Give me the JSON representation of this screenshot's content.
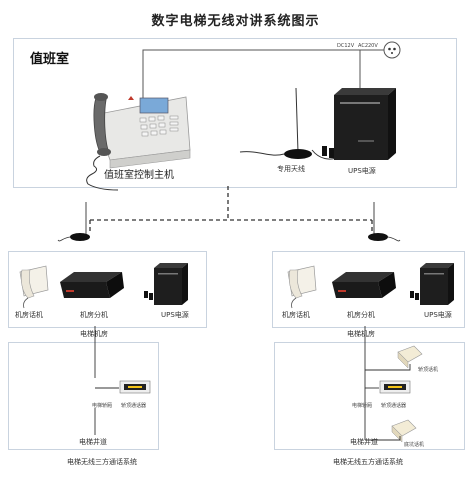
{
  "title": "数字电梯无线对讲系统图示",
  "duty_room": {
    "label": "值班室",
    "host_label": "值班室控制主机",
    "antenna_label": "专用天线",
    "ups_label": "UPS电源",
    "dc_label": "DC12V",
    "ac_label": "AC220V"
  },
  "left_system": {
    "machine_room_label": "电梯机房",
    "phone_label": "机房话机",
    "splitter_label": "机房分机",
    "ups_label": "UPS电源",
    "shaft_label": "电梯井道",
    "car_phone_label": "电梯轿厢",
    "car_terminal_label": "轿顶通话器",
    "system_label": "电梯无线三方通话系统"
  },
  "right_system": {
    "machine_room_label": "电梯机房",
    "phone_label": "机房话机",
    "splitter_label": "机房分机",
    "ups_label": "UPS电源",
    "shaft_label": "电梯井道",
    "top_device_label": "轿顶话机",
    "car_label": "电梯轿厢",
    "car_terminal_label": "轿顶通话器",
    "bottom_device_label": "底坑话机",
    "system_label": "电梯无线五方通话系统"
  },
  "colors": {
    "box_border": "#c9d3df",
    "device_dark": "#222222",
    "lcd": "#7aa9d8",
    "brand_red": "#c0392b"
  }
}
